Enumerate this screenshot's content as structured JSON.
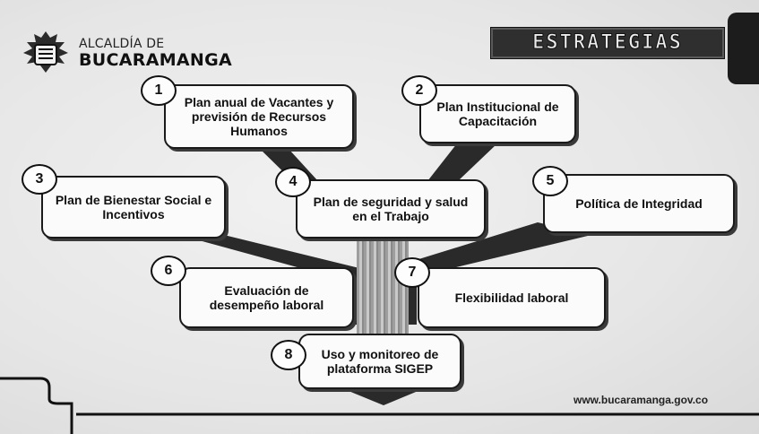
{
  "header": {
    "org_line1": "ALCALDÍA DE",
    "org_line2": "BUCARAMANGA",
    "slide_title": "ESTRATEGIAS"
  },
  "icons": {
    "logo": "crest-icon"
  },
  "strategies": [
    {
      "number": "1",
      "title": "Plan anual de Vacantes y previsión de Recursos Humanos"
    },
    {
      "number": "2",
      "title": "Plan Institucional de Capacitación"
    },
    {
      "number": "3",
      "title": "Plan de Bienestar Social e Incentivos"
    },
    {
      "number": "4",
      "title": "Plan de seguridad y salud en el Trabajo"
    },
    {
      "number": "5",
      "title": "Política de Integridad"
    },
    {
      "number": "6",
      "title": "Evaluación de desempeño laboral"
    },
    {
      "number": "7",
      "title": "Flexibilidad laboral"
    },
    {
      "number": "8",
      "title": "Uso y monitoreo de plataforma SIGEP"
    }
  ],
  "footer": {
    "url": "www.bucaramanga.gov.co"
  },
  "colors": {
    "ink": "#111111",
    "branch": "#2a2a2a",
    "box": "#fbfbfb"
  }
}
